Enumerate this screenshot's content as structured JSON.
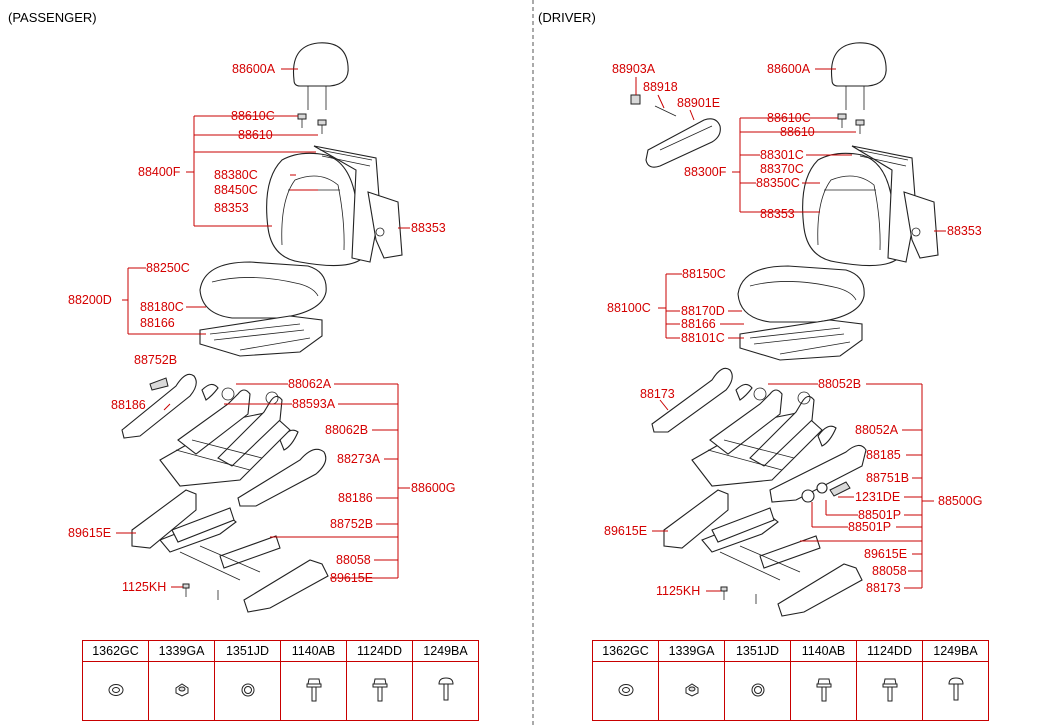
{
  "sections": {
    "passenger": "(PASSENGER)",
    "driver": "(DRIVER)"
  },
  "passenger_labels": {
    "p1": "88600A",
    "p2": "88610C",
    "p3": "88610",
    "p4": "88400F",
    "p5": "88380C",
    "p6": "88450C",
    "p7": "88353",
    "p8": "88353",
    "p9": "88250C",
    "p10": "88200D",
    "p11": "88180C",
    "p12": "88166",
    "p13": "88752B",
    "p14": "88062A",
    "p15": "88186",
    "p16": "88593A",
    "p17": "88062B",
    "p18": "88273A",
    "p19": "88600G",
    "p20": "88186",
    "p21": "88752B",
    "p22": "89615E",
    "p23": "88058",
    "p24": "89615E",
    "p25": "1125KH"
  },
  "driver_labels": {
    "d1": "88903A",
    "d2": "88918",
    "d3": "88901E",
    "d4": "88600A",
    "d5": "88610C",
    "d6": "88610",
    "d7": "88301C",
    "d8": "88370C",
    "d9": "88300F",
    "d10": "88350C",
    "d11": "88353",
    "d12": "88353",
    "d13": "88150C",
    "d14": "88100C",
    "d15": "88170D",
    "d16": "88166",
    "d17": "88101C",
    "d18": "88173",
    "d19": "88052B",
    "d20": "88052A",
    "d21": "88185",
    "d22": "88751B",
    "d23": "1231DE",
    "d24": "88500G",
    "d25": "88501P",
    "d26": "88501P",
    "d27": "89615E",
    "d28": "89615E",
    "d29": "88058",
    "d30": "88173",
    "d31": "1125KH"
  },
  "hardware_table_passenger": [
    "1362GC",
    "1339GA",
    "1351JD",
    "1140AB",
    "1124DD",
    "1249BA"
  ],
  "hardware_table_driver": [
    "1362GC",
    "1339GA",
    "1351JD",
    "1140AB",
    "1124DD",
    "1249BA"
  ],
  "hardware_icons": [
    "washer-icon",
    "nut-icon",
    "clip-ring-icon",
    "bolt-flange-icon",
    "bolt-flange-icon",
    "screw-icon"
  ],
  "colors": {
    "label": "#d40000",
    "leader": "#c80000",
    "line_art": "#222222",
    "divider": "#555555"
  }
}
